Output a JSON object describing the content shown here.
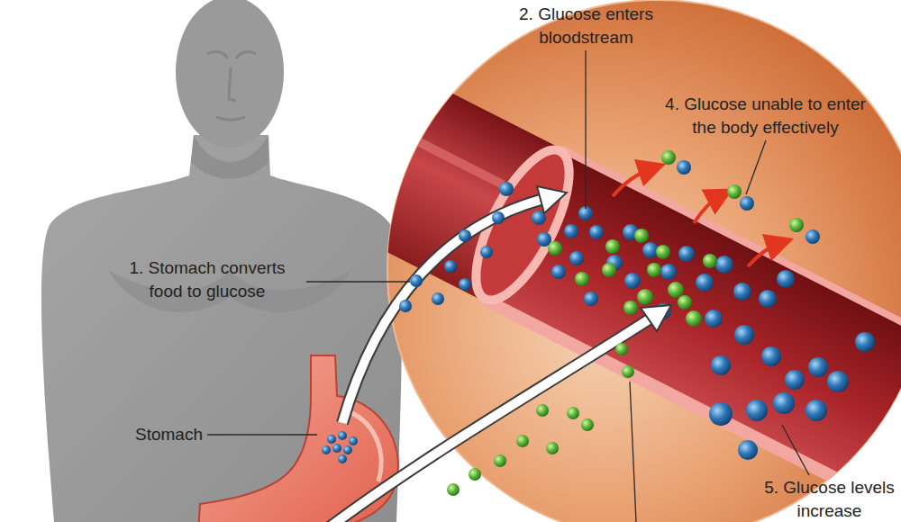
{
  "diagram": {
    "labels": [
      "2. Glucose enters bloodstream",
      "4. Glucose unable to enter the body effectively",
      "1. Stomach converts food to glucose",
      "Stomach",
      "5. Glucose levels increase"
    ]
  }
}
